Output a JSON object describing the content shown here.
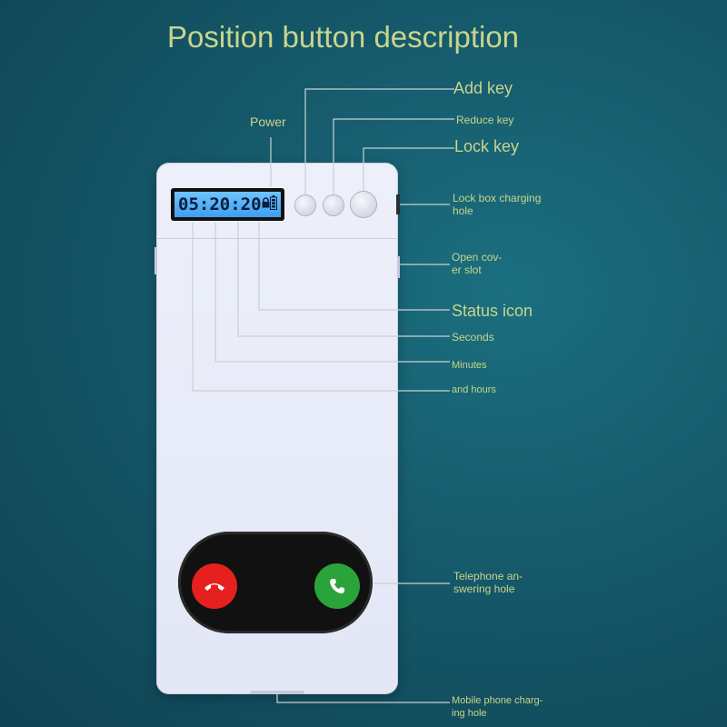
{
  "title": "Position button description",
  "display": {
    "time": "05:20:20"
  },
  "labels": {
    "power": "Power",
    "add_key": "Add key",
    "reduce_key": "Reduce key",
    "lock_key": "Lock key",
    "lock_box_charging_hole": [
      "Lock box charging",
      "hole"
    ],
    "open_cover_slot": [
      "Open cov-",
      "er slot"
    ],
    "status_icon": "Status icon",
    "seconds": "Seconds",
    "minutes": "Minutes",
    "and_hours": "and hours",
    "telephone_answering_hole": [
      "Telephone an-",
      "swering hole"
    ],
    "mobile_phone_charging_hole": [
      "Mobile phone charg-",
      "ing hole"
    ]
  },
  "icons": {
    "lock": "lock-icon",
    "battery": "battery-icon",
    "hang_up": "phone-hangup-icon",
    "answer": "phone-answer-icon"
  },
  "colors": {
    "label": "#c9d48c",
    "lcd": "#4aa8f5",
    "hang_up": "#e5201f",
    "answer": "#2aa33a"
  }
}
